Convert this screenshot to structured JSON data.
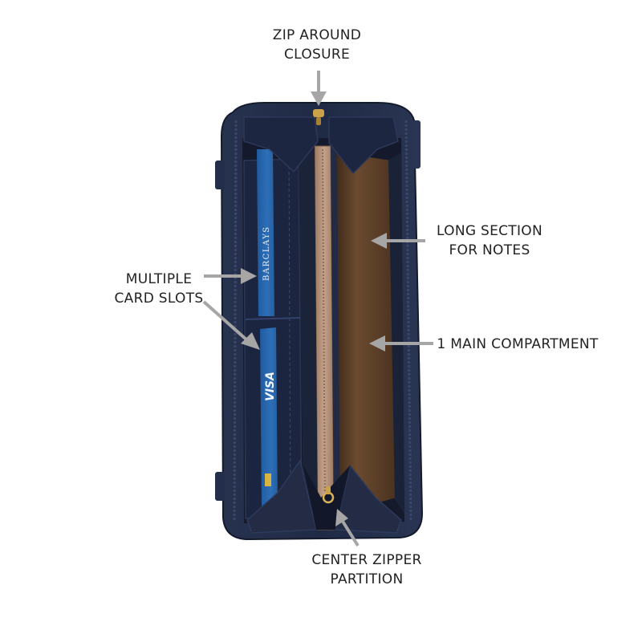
{
  "labels": {
    "zip_closure": [
      "ZIP AROUND",
      "CLOSURE"
    ],
    "long_section": [
      "LONG SECTION",
      "FOR NOTES"
    ],
    "card_slots": [
      "MULTIPLE",
      "CARD SLOTS"
    ],
    "main_compartment": [
      "1 MAIN COMPARTMENT"
    ],
    "center_partition": [
      "CENTER ZIPPER",
      "PARTITION"
    ]
  },
  "card_brands": [
    "BARCLAYS",
    "VISA"
  ],
  "colors": {
    "wallet_navy": "#1f2a44",
    "lining_brown": "#6b4a2f",
    "partition_tan": "#b8937a",
    "card_blue": "#2d6fb8",
    "arrow_gray": "#a6a6a6"
  },
  "icons": [
    "arrow-icon"
  ]
}
